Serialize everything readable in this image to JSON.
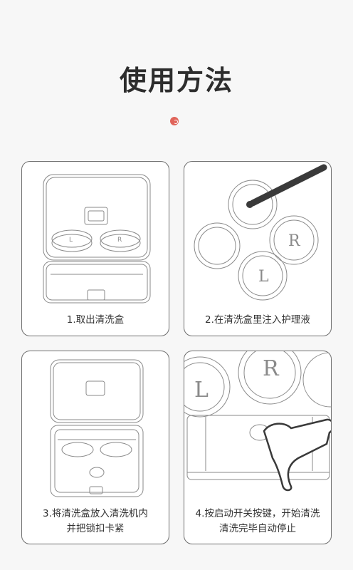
{
  "page": {
    "title": "使用方法"
  },
  "steps": [
    {
      "caption_lines": [
        "1.取出清洗盒"
      ]
    },
    {
      "caption_lines": [
        "2.在清洗盒里注入护理液"
      ]
    },
    {
      "caption_lines": [
        "3.将清洗盒放入清洗机内",
        "并把锁扣卡紧"
      ]
    },
    {
      "caption_lines": [
        "4.按启动开关按键，开始清洗",
        "清洗完毕自动停止"
      ]
    }
  ],
  "case_letters": {
    "left": "L",
    "right": "R"
  },
  "colors": {
    "accent": "#e0645a",
    "outline": "#6e6e6e",
    "line_art": "#8a8a8a",
    "dropper": "#3a3a3a"
  }
}
